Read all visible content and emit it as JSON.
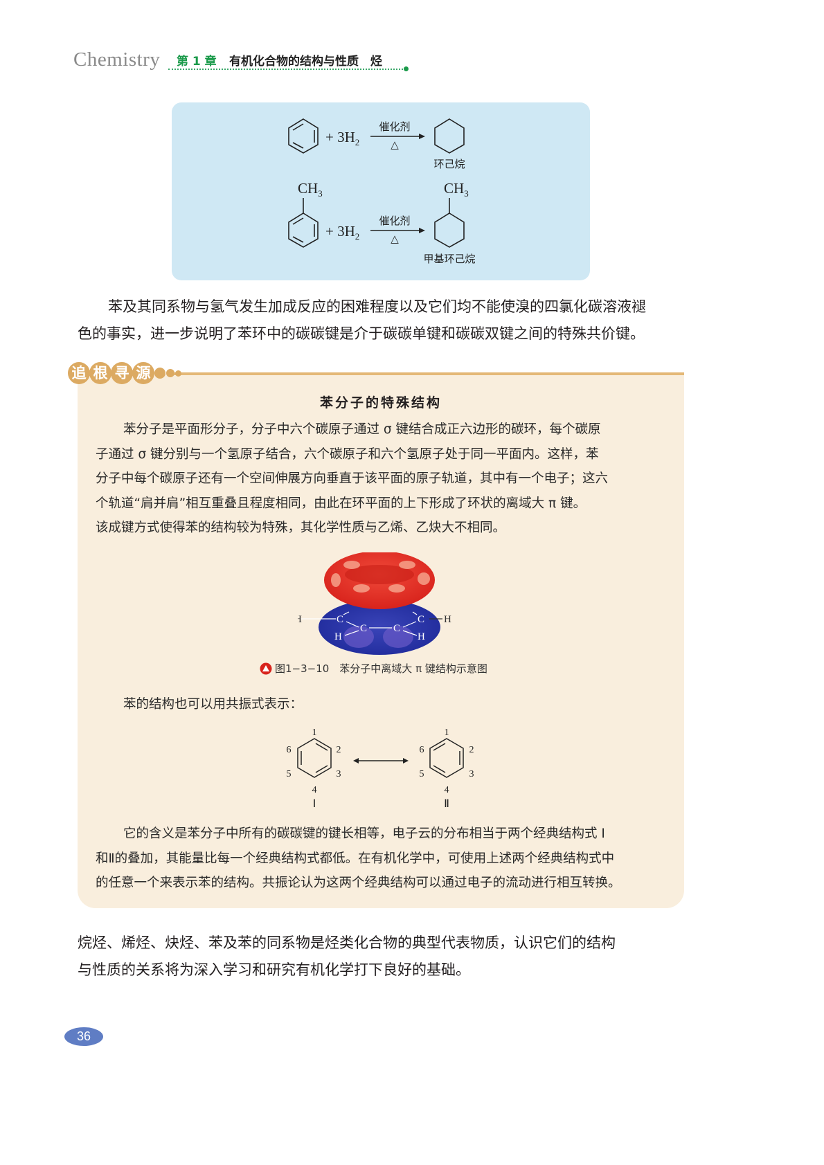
{
  "header": {
    "subject": "Chemistry",
    "chapter": "第 1 章",
    "title": "有机化合物的结构与性质　烃"
  },
  "equations": {
    "reagent": "+ 3H",
    "sub2": "2",
    "catalyst": "催化剂",
    "heat": "△",
    "ch3": "CH",
    "sub3": "3",
    "product1": "环己烷",
    "product2": "甲基环己烷"
  },
  "paragraph1": [
    "苯及其同系物与氢气发生加成反应的困难程度以及它们均不能使溴的四氯化碳溶液褪",
    "色的事实，进一步说明了苯环中的碳碳键是介于碳碳单键和碳碳双键之间的特殊共价键。"
  ],
  "box": {
    "badges": [
      "追",
      "根",
      "寻",
      "源"
    ],
    "title": "苯分子的特殊结构",
    "para1": [
      "苯分子是平面形分子，分子中六个碳原子通过 σ 键结合成正六边形的碳环，每个碳原",
      "子通过 σ 键分别与一个氢原子结合，六个碳原子和六个氢原子处于同一平面内。这样，苯",
      "分子中每个碳原子还有一个空间伸展方向垂直于该平面的原子轨道，其中有一个电子；这六",
      "个轨道“肩并肩”相互重叠且程度相同，由此在环平面的上下形成了环状的离域大 π 键。",
      "该成键方式使得苯的结构较为特殊，其化学性质与乙烯、乙炔大不相同。"
    ],
    "figure_atoms": {
      "h": "H",
      "c": "C"
    },
    "caption": "图1−3−10　苯分子中离域大 π 键结构示意图",
    "para2": "苯的结构也可以用共振式表示：",
    "resonance": {
      "numbers": [
        "1",
        "2",
        "3",
        "4",
        "5",
        "6"
      ],
      "label1": "Ⅰ",
      "label2": "Ⅱ"
    },
    "para3": [
      "它的含义是苯分子中所有的碳碳键的键长相等，电子云的分布相当于两个经典结构式 Ⅰ",
      "和Ⅱ的叠加，其能量比每一个经典结构式都低。在有机化学中，可使用上述两个经典结构式中",
      "的任意一个来表示苯的结构。共振论认为这两个经典结构可以通过电子的流动进行相互转换。"
    ]
  },
  "paragraph2": [
    "烷烃、烯烃、炔烃、苯及苯的同系物是烃类化合物的典型代表物质，认识它们的结构",
    "与性质的关系将为深入学习和研究有机化学打下良好的基础。"
  ],
  "page_number": "36"
}
